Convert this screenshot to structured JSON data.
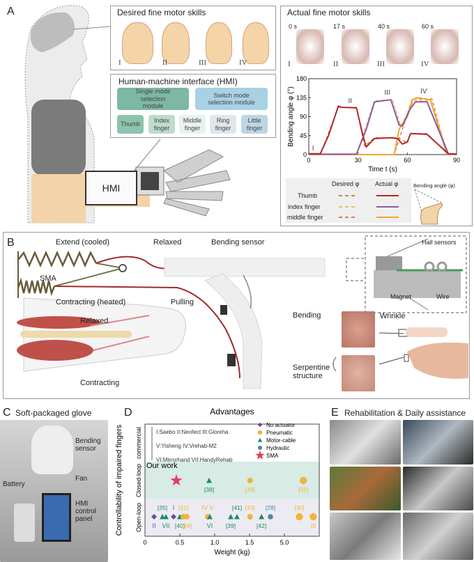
{
  "panel_a": {
    "label": "A",
    "desired_title": "Desired fine motor skills",
    "gestures": [
      "I",
      "II",
      "III",
      "IV"
    ],
    "hmi_title": "Human-machine interface (HMI)",
    "single_mode": "Single mode selection module",
    "switch_mode": "Switch mode selection module",
    "fingers": [
      "Thumb",
      "Index finger",
      "Middle finger",
      "Ring finger",
      "Little finger"
    ],
    "hmi_device_label": "HMI",
    "actual_title": "Actual fine motor skills",
    "times": [
      "0 s",
      "17 s",
      "40 s",
      "60 s"
    ],
    "legend": {
      "desired": "Desired φ",
      "actual": "Actual φ",
      "rows": [
        "Thumb",
        "index finger",
        "middle finger"
      ],
      "angle_label": "Bending angle (φ)"
    }
  },
  "panel_b": {
    "label": "B",
    "extend": "Extend (cooled)",
    "sma": "SMA",
    "contracting_heated": "Contracting (heated)",
    "relaxed_top": "Relaxed",
    "bending_sensor": "Bending sensor",
    "pulling": "Pulling",
    "bending": "Bending",
    "hall_sensors": "Hall sensors",
    "magnet": "Magnet",
    "wire": "Wire",
    "wrinkle": "Wrinkle",
    "relaxed_muscle": "Relaxed",
    "contracting": "Contracting",
    "serpentine": "Serpentine structure"
  },
  "panel_c": {
    "label": "C",
    "title": "Soft-packaged glove",
    "bending_sensor": "Bending sensor",
    "fan": "Fan",
    "battery": "Battery",
    "hmi_panel": "HMI control panel"
  },
  "panel_d": {
    "label": "D"
  },
  "panel_e": {
    "label": "E",
    "title": "Rehabilitation & Daily assistance"
  },
  "colors": {
    "thumb": "#b5262c",
    "index": "#8a5aa8",
    "middle": "#f0a830",
    "thumb_desired": "#c88a4a",
    "index_desired": "#e8c060",
    "middle_desired": "#e07a50",
    "no_actuator": "#6a4aa0",
    "pneumatic": "#f0b43c",
    "motor_cable": "#1e8a6a",
    "hydraulic": "#4a88a8",
    "sma": "#e0405a",
    "closed_band": "#d8ebe4",
    "open_band": "#ecebf2"
  },
  "chart_data": [
    {
      "type": "line",
      "title": "",
      "xlabel": "Time t (s)",
      "ylabel": "Bending angle φ (°)",
      "xlim": [
        0,
        90
      ],
      "ylim": [
        0,
        180
      ],
      "xticks": [
        0,
        30,
        60,
        90
      ],
      "yticks": [
        0,
        45,
        90,
        135,
        180
      ],
      "annotations": [
        {
          "text": "I",
          "x": 2,
          "y": 10
        },
        {
          "text": "II",
          "x": 24,
          "y": 122
        },
        {
          "text": "III",
          "x": 46,
          "y": 142
        },
        {
          "text": "IV",
          "x": 68,
          "y": 145
        }
      ],
      "series": [
        {
          "name": "Thumb actual",
          "color_key": "thumb",
          "dashed": false,
          "x": [
            0,
            7,
            12,
            15,
            18,
            20,
            29,
            33,
            35,
            40,
            50,
            54,
            57,
            60,
            62,
            72,
            85,
            90
          ],
          "y": [
            2,
            2,
            45,
            80,
            115,
            112,
            111,
            45,
            18,
            38,
            40,
            38,
            25,
            30,
            50,
            48,
            2,
            1
          ]
        },
        {
          "name": "Index finger actual",
          "color_key": "index",
          "dashed": false,
          "x": [
            0,
            29,
            35,
            40,
            50,
            55,
            57,
            62,
            65,
            72,
            85,
            90
          ],
          "y": [
            1,
            1,
            60,
            125,
            130,
            70,
            68,
            110,
            125,
            125,
            2,
            1
          ]
        },
        {
          "name": "Middle finger actual",
          "color_key": "middle",
          "dashed": false,
          "x": [
            0,
            52,
            55,
            60,
            63,
            66,
            74,
            84,
            90
          ],
          "y": [
            0,
            0,
            60,
            90,
            130,
            135,
            130,
            2,
            1
          ]
        },
        {
          "name": "Thumb desired",
          "color_key": "thumb_desired",
          "dashed": true,
          "x": [
            0,
            7,
            18,
            29,
            34,
            40,
            54,
            60,
            62,
            72,
            85,
            90
          ],
          "y": [
            0,
            0,
            112,
            112,
            20,
            40,
            40,
            28,
            50,
            50,
            0,
            0
          ]
        },
        {
          "name": "Index finger desired",
          "color_key": "index_desired",
          "dashed": true,
          "x": [
            0,
            29,
            40,
            51,
            56,
            64,
            74,
            85,
            90
          ],
          "y": [
            0,
            0,
            128,
            130,
            68,
            128,
            128,
            0,
            0
          ]
        },
        {
          "name": "Middle finger desired",
          "color_key": "middle_desired",
          "dashed": true,
          "x": [
            0,
            52,
            63,
            75,
            84,
            90
          ],
          "y": [
            0,
            0,
            132,
            132,
            0,
            0
          ]
        }
      ]
    },
    {
      "type": "scatter",
      "title": "Advantages",
      "xlabel": "Weight (kg)",
      "ylabel": "Controllability of impaired fingers",
      "xticks": [
        0,
        0.5,
        1.0,
        1.5,
        5.0
      ],
      "xtick_labels": [
        "0",
        "0.5",
        "1.0",
        "1.5",
        "5.0"
      ],
      "y_categories": [
        "Open-loop",
        "Closed-loop",
        "commercial"
      ],
      "commercial_list": [
        "I:Saebo  II:Neofect  III:Gloreha",
        "V:Yisheng  IV:Vrehab-M2",
        "VI:Mirrorhand  VII:HandyRehab"
      ],
      "legend": [
        {
          "name": "No actuator",
          "marker": "diamond",
          "color_key": "no_actuator"
        },
        {
          "name": "Pneumatic",
          "marker": "circle",
          "color_key": "pneumatic"
        },
        {
          "name": "Motor-cable",
          "marker": "triangle",
          "color_key": "motor_cable"
        },
        {
          "name": "Hydraulic",
          "marker": "pentagon",
          "color_key": "hydraulic"
        },
        {
          "name": "SMA",
          "marker": "star",
          "color_key": "sma"
        }
      ],
      "our_work_label": "Our work",
      "points": [
        {
          "label": "Our work",
          "weight": 0.45,
          "loop": "closed",
          "type": "SMA",
          "label_pos": "none"
        },
        {
          "label": "[38]",
          "weight": 0.92,
          "loop": "closed",
          "type": "Motor-cable",
          "label_pos": "below"
        },
        {
          "label": "[29]",
          "weight": 1.55,
          "loop": "closed",
          "type": "Pneumatic",
          "label_pos": "below"
        },
        {
          "label": "[32]",
          "weight": 6.9,
          "loop": "closed",
          "type": "Pneumatic",
          "label_pos": "below"
        },
        {
          "label": "II",
          "weight": 0.13,
          "loop": "open",
          "type": "No actuator",
          "label_pos": "below"
        },
        {
          "label": "[35]",
          "weight": 0.25,
          "loop": "open",
          "type": "Motor-cable",
          "label_pos": "above"
        },
        {
          "label": "VII",
          "weight": 0.3,
          "loop": "open",
          "type": "Motor-cable",
          "label_pos": "below"
        },
        {
          "label": "I",
          "weight": 0.41,
          "loop": "open",
          "type": "No actuator",
          "label_pos": "above"
        },
        {
          "label": "[40]",
          "weight": 0.5,
          "loop": "open",
          "type": "Motor-cable",
          "label_pos": "below"
        },
        {
          "label": "[31]",
          "weight": 0.55,
          "loop": "open",
          "type": "Pneumatic",
          "label_pos": "above"
        },
        {
          "label": "[34]",
          "weight": 0.6,
          "loop": "open",
          "type": "Pneumatic",
          "label_pos": "below"
        },
        {
          "label": "IV V",
          "weight": 0.9,
          "loop": "open",
          "type": "Pneumatic",
          "label_pos": "above"
        },
        {
          "label": "VI",
          "weight": 0.93,
          "loop": "open",
          "type": "Motor-cable",
          "label_pos": "below"
        },
        {
          "label": "[39]",
          "weight": 1.23,
          "loop": "open",
          "type": "Motor-cable",
          "label_pos": "below"
        },
        {
          "label": "[41]",
          "weight": 1.32,
          "loop": "open",
          "type": "Motor-cable",
          "label_pos": "above"
        },
        {
          "label": "[33]",
          "weight": 1.55,
          "loop": "open",
          "type": "Pneumatic",
          "label_pos": "above"
        },
        {
          "label": "[42]",
          "weight": 2.7,
          "loop": "open",
          "type": "Motor-cable",
          "label_pos": "below"
        },
        {
          "label": "[28]",
          "weight": 3.6,
          "loop": "open",
          "type": "Hydraulic",
          "label_pos": "above"
        },
        {
          "label": "[30]",
          "weight": 6.5,
          "loop": "open",
          "type": "Pneumatic",
          "label_pos": "above"
        },
        {
          "label": "III",
          "weight": 7.9,
          "loop": "open",
          "type": "Pneumatic",
          "label_pos": "below"
        }
      ]
    }
  ]
}
